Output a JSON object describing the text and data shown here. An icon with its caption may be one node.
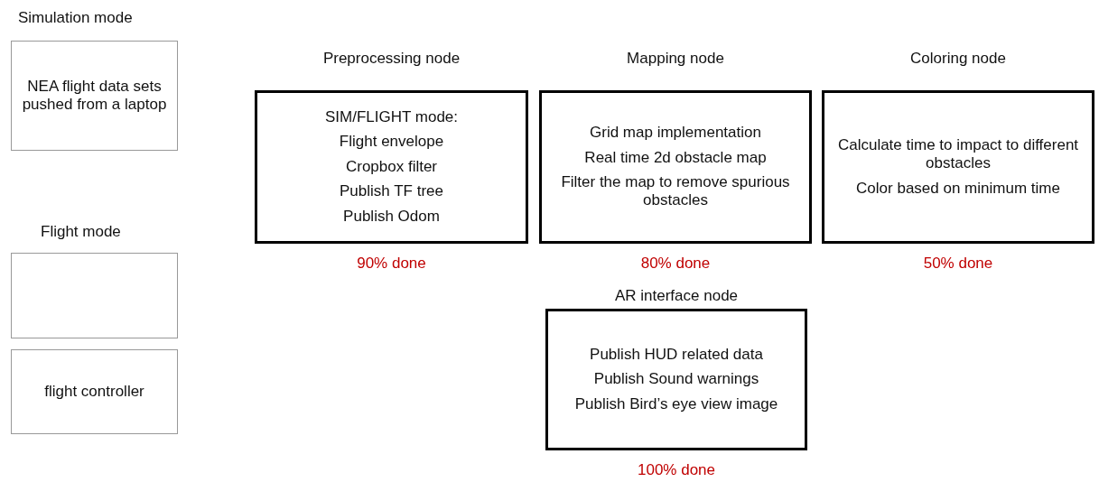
{
  "diagram": {
    "nodes": [
      {
        "text": [
          "NEA flight data sets pushed from a laptop"
        ]
      },
      {
        "text": [],
        "shape": "box"
      },
      {
        "text": [
          "flight controller"
        ]
      },
      {
        "text": [
          "Preprocessing node",
          "SIM/FLIGHT mode:",
          "Flight envelope",
          "Cropbox filter",
          "Publish TF tree",
          "Publish Odom"
        ],
        "beside": [
          "90% done"
        ]
      },
      {
        "text": [
          "Mapping node",
          "Grid map implementation",
          "Real time 2d obstacle map",
          "Filter the map to remove spurious obstacles"
        ],
        "beside": [
          "80% done"
        ]
      },
      {
        "text": [
          "Coloring node",
          "Calculate time to impact to different obstacles",
          "Color based on minimum time"
        ],
        "beside": [
          "50% done"
        ]
      },
      {
        "text": [
          "AR interface node",
          "Publish HUD related data",
          "Publish Sound warnings",
          "Publish Bird’s eye view image"
        ],
        "beside": [
          "100% done"
        ]
      }
    ],
    "labels": [
      "Simulation mode",
      "Flight mode"
    ]
  }
}
